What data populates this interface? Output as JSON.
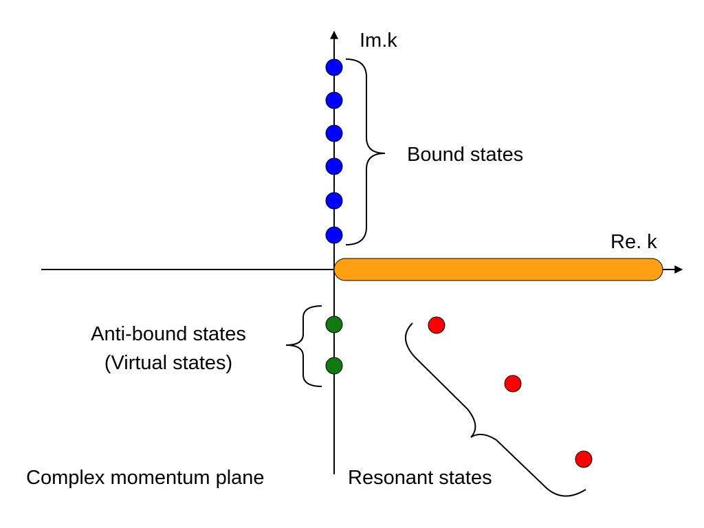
{
  "labels": {
    "im_axis": "Im.k",
    "re_axis": "Re. k",
    "bound": "Bound states",
    "anti_bound_line1": "Anti-bound states",
    "anti_bound_line2": "(Virtual states)",
    "resonant": "Resonant states",
    "plane": "Complex momentum plane"
  },
  "colors": {
    "bound": "#0000ff",
    "anti_bound": "#0f7a0f",
    "resonant": "#ff0000",
    "continuum": "#ffa010"
  },
  "counts": {
    "bound_states": 6,
    "anti_bound_states": 2,
    "resonant_states": 3
  }
}
